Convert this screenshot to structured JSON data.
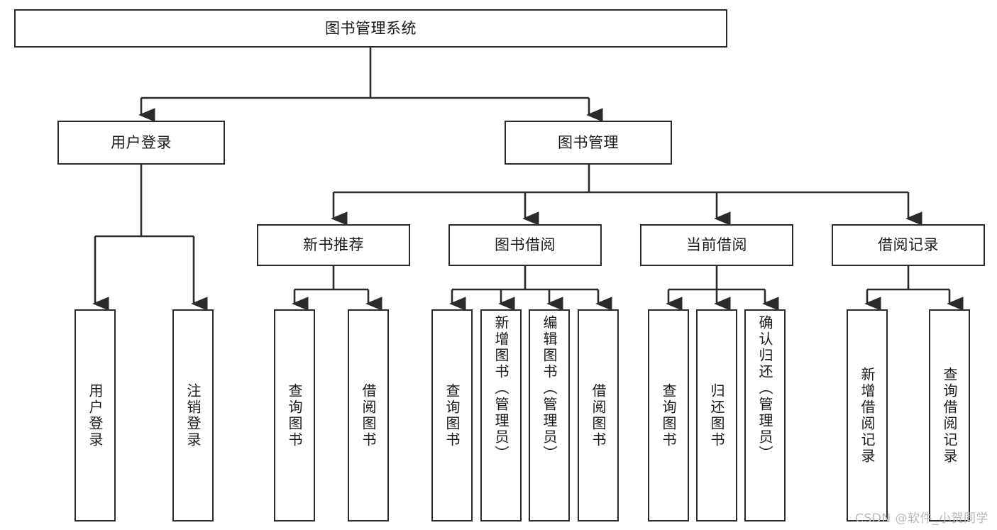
{
  "diagram": {
    "title": "图书管理系统",
    "type": "tree-hierarchy",
    "watermark": "CSDN @软件_小贺同学",
    "colors": {
      "background": "#ffffff",
      "box_border": "#2b2b2b",
      "box_fill": "#ffffff",
      "text": "#1a1a1a",
      "edge": "#2b2b2b",
      "watermark": "#b9b9b9"
    },
    "root": {
      "label": "图书管理系统"
    },
    "level2": [
      {
        "id": "user-login",
        "label": "用户登录"
      },
      {
        "id": "book-manage",
        "label": "图书管理"
      }
    ],
    "level3": [
      {
        "id": "new-book-recommend",
        "label": "新书推荐",
        "parent": "book-manage"
      },
      {
        "id": "book-borrow",
        "label": "图书借阅",
        "parent": "book-manage"
      },
      {
        "id": "current-borrow",
        "label": "当前借阅",
        "parent": "book-manage"
      },
      {
        "id": "borrow-record",
        "label": "借阅记录",
        "parent": "book-manage"
      }
    ],
    "leaves": {
      "user_login": [
        {
          "id": "leaf-user-login",
          "label": "用户登录"
        },
        {
          "id": "leaf-logout",
          "label": "注销登录"
        }
      ],
      "new_book_recommend": [
        {
          "id": "leaf-query-book-1",
          "label": "查询图书"
        },
        {
          "id": "leaf-borrow-book-1",
          "label": "借阅图书"
        }
      ],
      "book_borrow": [
        {
          "id": "leaf-query-book-2",
          "label": "查询图书"
        },
        {
          "id": "leaf-add-book",
          "label": "新增图书（管理员）"
        },
        {
          "id": "leaf-edit-book",
          "label": "编辑图书（管理员）"
        },
        {
          "id": "leaf-borrow-book-2",
          "label": "借阅图书"
        }
      ],
      "current_borrow": [
        {
          "id": "leaf-query-book-3",
          "label": "查询图书"
        },
        {
          "id": "leaf-return-book",
          "label": "归还图书"
        },
        {
          "id": "leaf-confirm-return",
          "label": "确认归还（管理员）"
        }
      ],
      "borrow_record": [
        {
          "id": "leaf-add-record",
          "label": "新增借阅记录"
        },
        {
          "id": "leaf-query-record",
          "label": "查询借阅记录"
        }
      ]
    }
  }
}
